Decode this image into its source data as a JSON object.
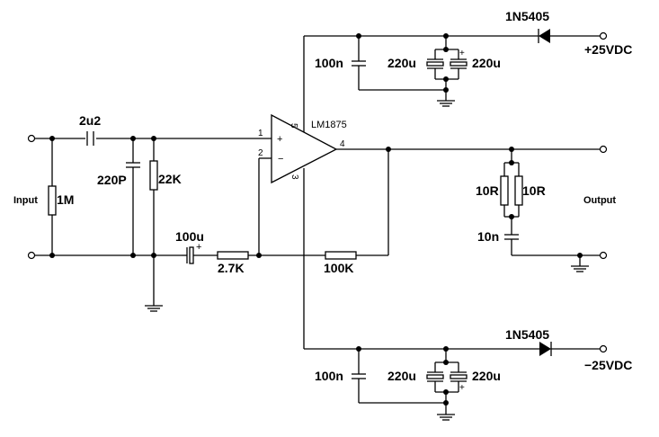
{
  "labels": {
    "cap_2u2": "2u2",
    "cap_220p": "220P",
    "res_22k": "22K",
    "res_1m": "1M",
    "input": "Input",
    "output": "Output",
    "cap_100u": "100u",
    "res_2k7": "2.7K",
    "res_100k": "100K",
    "ic": "LM1875",
    "pin1": "1",
    "pin2": "2",
    "pin3": "3",
    "pin4": "4",
    "pin5": "5",
    "plus_sign": "+",
    "minus_sign": "−",
    "diode_top": "1N5405",
    "diode_bottom": "1N5405",
    "supply_pos": "+25VDC",
    "supply_neg": "−25VDC",
    "cap_100n_top": "100n",
    "cap_220u_top_a": "220u",
    "cap_220u_top_b": "220u",
    "cap_100n_bottom": "100n",
    "cap_220u_bottom_a": "220u",
    "cap_220u_bottom_b": "220u",
    "res_10r_a": "10R",
    "res_10r_b": "10R",
    "cap_10n": "10n"
  }
}
